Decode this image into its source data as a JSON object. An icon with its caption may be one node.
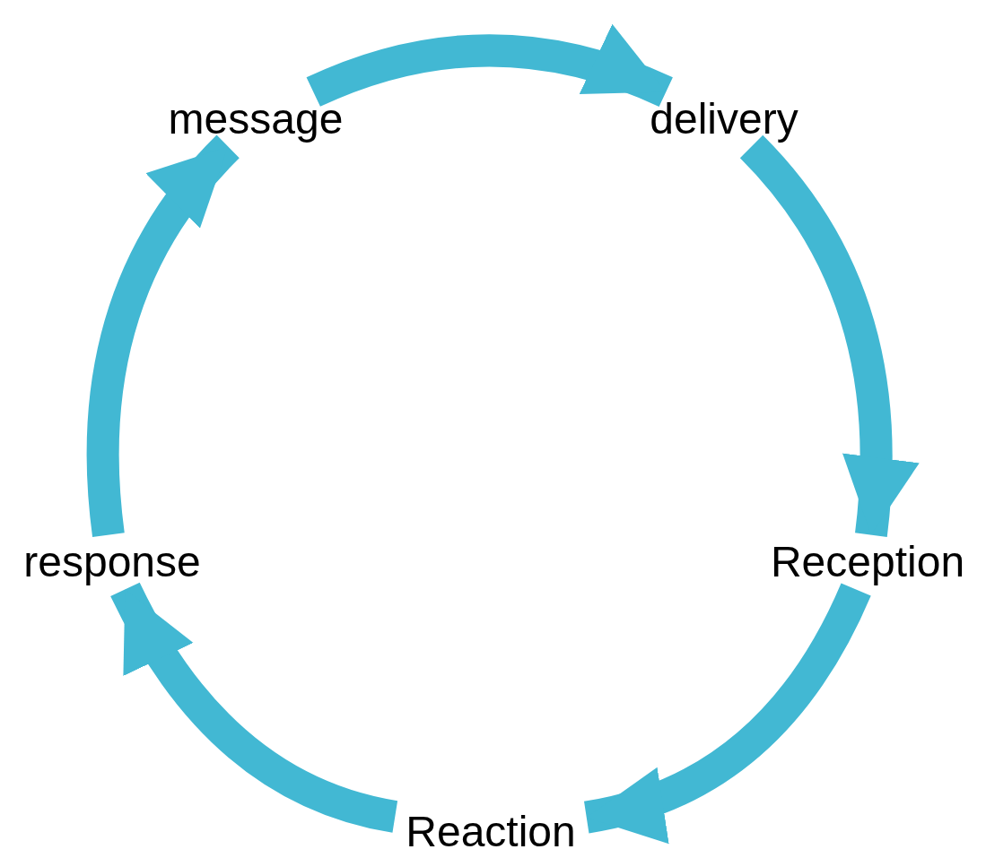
{
  "diagram": {
    "nodes": [
      {
        "text": [
          "message"
        ]
      },
      {
        "text": [
          "delivery"
        ]
      },
      {
        "text": [
          "Reception"
        ]
      },
      {
        "text": [
          "Reaction"
        ]
      },
      {
        "text": [
          "response"
        ]
      }
    ],
    "edges": [
      {
        "from": 0,
        "to": 1,
        "arrow": "to"
      },
      {
        "from": 1,
        "to": 2,
        "arrow": "to"
      },
      {
        "from": 2,
        "to": 3,
        "arrow": "to"
      },
      {
        "from": 3,
        "to": 4,
        "arrow": "to"
      },
      {
        "from": 4,
        "to": 0,
        "arrow": "to"
      }
    ]
  }
}
